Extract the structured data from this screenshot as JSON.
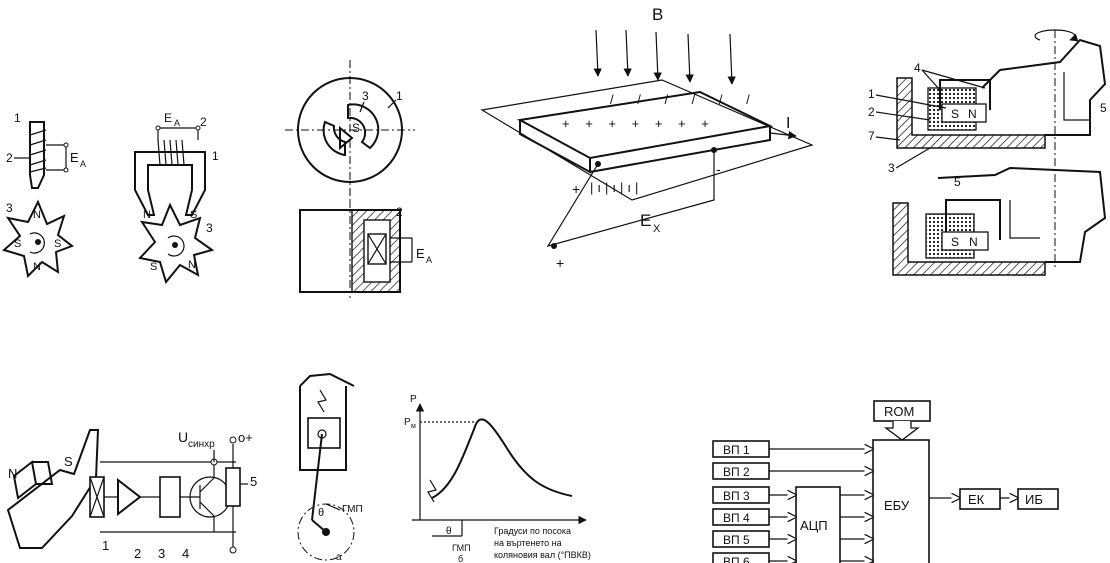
{
  "fig_sensor_a": {
    "n1": "1",
    "n2": "2",
    "n3": "3",
    "ed": "E",
    "ed_sub": "A",
    "poles": [
      "N",
      "S",
      "S",
      "N"
    ]
  },
  "fig_sensor_b": {
    "n1": "1",
    "n2": "2",
    "n3": "3",
    "ed": "E",
    "ed_sub": "A",
    "poles": [
      "N",
      "S",
      "S",
      "N"
    ]
  },
  "fig_disc": {
    "n1": "1",
    "n2": "2",
    "n3": "3",
    "s": "S",
    "ed": "E",
    "ed_sub": "A"
  },
  "fig_hall_plate": {
    "b": "B",
    "i": "I",
    "ex": "E",
    "ex_sub": "X",
    "plus": "+",
    "minus": "-"
  },
  "fig_hall_sensor": {
    "n1": "1",
    "n2": "2",
    "n3": "3",
    "n4": "4",
    "n5": "5",
    "n7": "7",
    "s": "S",
    "n": "N",
    "s2": "S",
    "n2b": "N"
  },
  "fig_circuit": {
    "n": "N",
    "s": "S",
    "u": "U",
    "u_sub": "синхр",
    "plus": "o+",
    "labels": [
      "1",
      "2",
      "3",
      "4",
      "5"
    ]
  },
  "fig_engine": {
    "gmp": "ГМП",
    "theta": "θ",
    "a": "а"
  },
  "fig_pressure": {
    "p": "P",
    "pm": "P",
    "pm_sub": "м",
    "theta": "θ",
    "gmp": "ГМП",
    "b": "б",
    "xlabel_lines": [
      "Градуси по посока",
      "на въртенето на",
      "коляновия вал (°ПВКВ)"
    ]
  },
  "fig_ecu": {
    "inputs": [
      "ВП 1",
      "ВП 2",
      "ВП 3",
      "ВП 4",
      "ВП 5",
      "ВП 6"
    ],
    "rom": "ROM",
    "adc": "АЦП",
    "ecu": "ЕБУ",
    "ek": "ЕК",
    "ib": "ИБ"
  }
}
